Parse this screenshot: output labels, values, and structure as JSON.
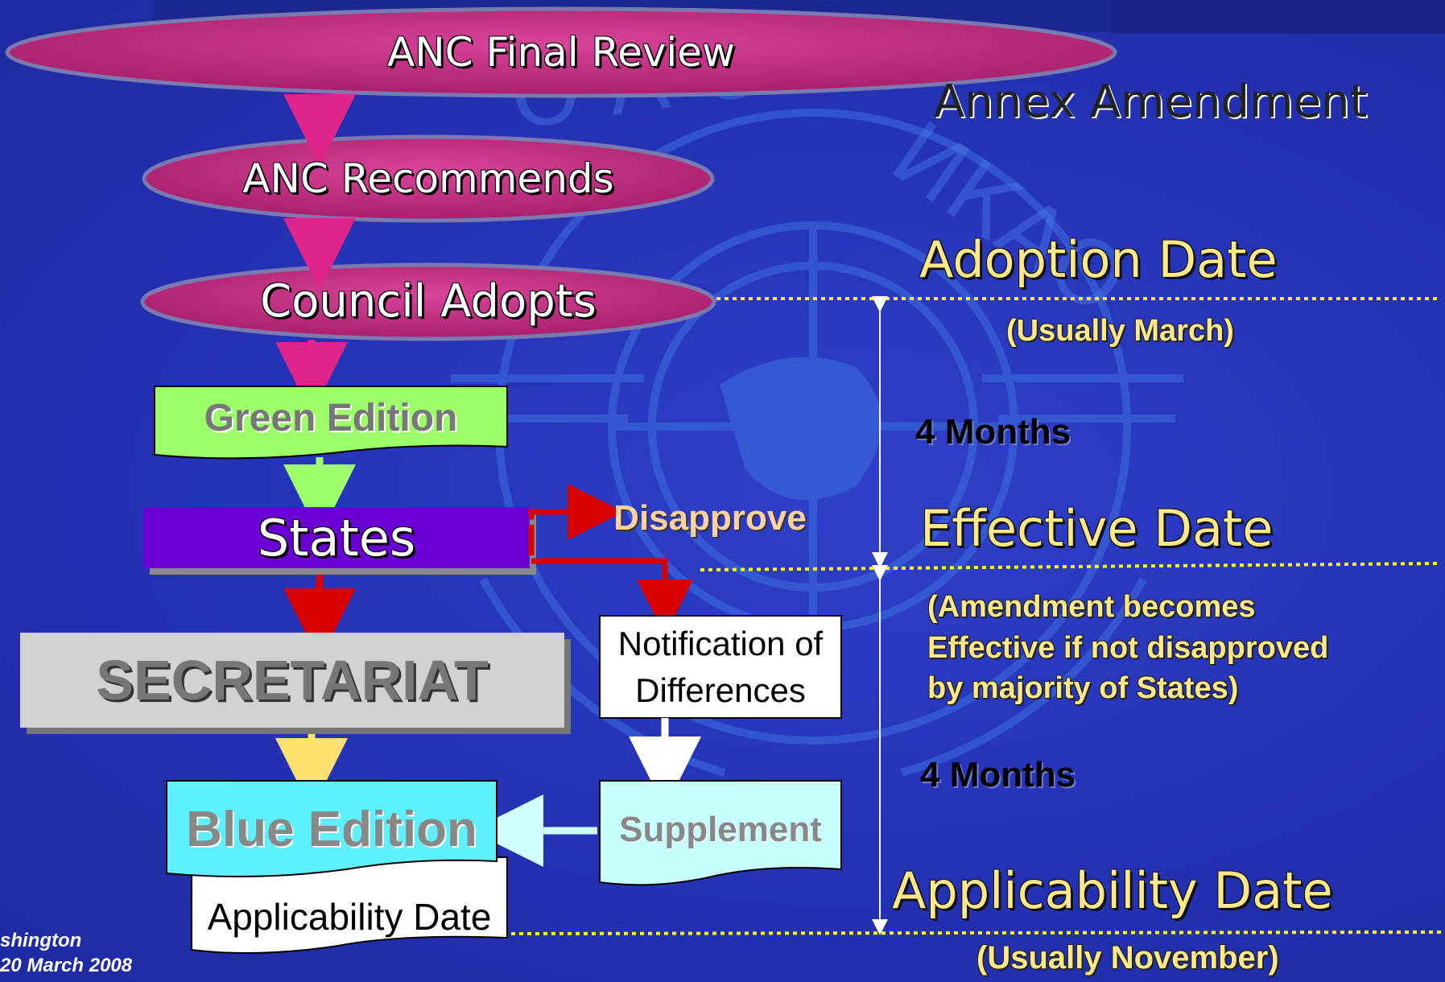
{
  "flow": {
    "anc_final_review": "ANC Final Review",
    "anc_recommends": "ANC Recommends",
    "council_adopts": "Council Adopts",
    "green_edition": "Green Edition",
    "states": "States",
    "disapprove": "Disapprove",
    "secretariat": "SECRETARIAT",
    "notification_line1": "Notification of",
    "notification_line2": "Differences",
    "blue_edition": "Blue Edition",
    "supplement": "Supplement",
    "applicability_box": "Applicability Date"
  },
  "timeline": {
    "annex_amendment": "Annex Amendment",
    "adoption_date": "Adoption Date",
    "adoption_note": "(Usually March)",
    "first_interval": "4 Months",
    "effective_date": "Effective Date",
    "effective_note_1": "(Amendment becomes",
    "effective_note_2": "Effective if not disapproved",
    "effective_note_3": "by majority of States)",
    "second_interval": "4 Months",
    "applicability_date": "Applicability Date",
    "applicability_note": "(Usually November)"
  },
  "footer": {
    "line1": "shington",
    "line2": "20 March 2008"
  },
  "colors": {
    "background": "#2534b8",
    "ellipse": "#c0307e",
    "green_box": "#9dff6a",
    "states_box": "#6a00d4",
    "secretariat_box": "#d2d2d2",
    "cyan_box": "#5ef0ff",
    "supplement_box": "#c8ffff",
    "dotted_line": "#ffff00",
    "accent_text": "#ffe88a"
  },
  "icons": {
    "watermark": "icao-emblem-icon"
  }
}
